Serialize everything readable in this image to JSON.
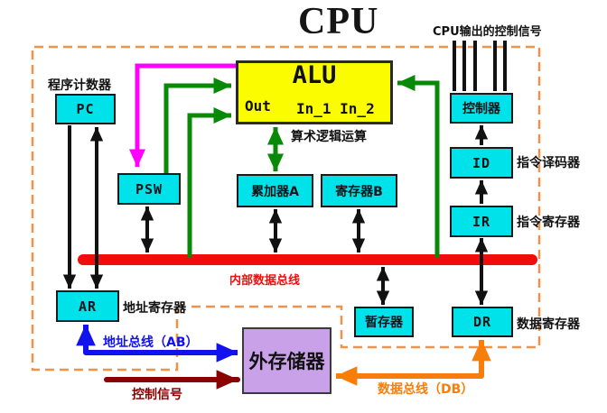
{
  "title": "CPU",
  "external_signals_label": "CPU输出的控制信号",
  "alu": {
    "label": "ALU",
    "out": "Out",
    "inputs": "In_1 In_2",
    "caption": "算术逻辑运算"
  },
  "boxes": {
    "pc": "PC",
    "psw": "PSW",
    "accumulator_a": "累加器A",
    "register_b": "寄存器B",
    "controller": "控制器",
    "id": "ID",
    "ir": "IR",
    "ar": "AR",
    "temp_register": "暂存器",
    "dr": "DR",
    "external_memory": "外存储器"
  },
  "annotations": {
    "pc": "程序计数器",
    "ar": "地址寄存器",
    "id": "指令译码器",
    "ir": "指令寄存器",
    "dr": "数据寄存器"
  },
  "buses": {
    "internal": "内部数据总线",
    "address": "地址总线（AB）",
    "control": "控制信号",
    "data": "数据总线（DB）"
  },
  "colors": {
    "box_cyan": "#00E2EA",
    "alu_yellow": "#FCFC00",
    "memory_purple": "#C9A1E9",
    "bus_red": "#F20D0D",
    "arrow_green": "#088A08",
    "arrow_magenta": "#FF00FF",
    "arrow_blue": "#1212EE",
    "arrow_dark_red": "#8B0000",
    "arrow_orange": "#F87E0B",
    "dashed_border_orange": "#F0924A"
  }
}
